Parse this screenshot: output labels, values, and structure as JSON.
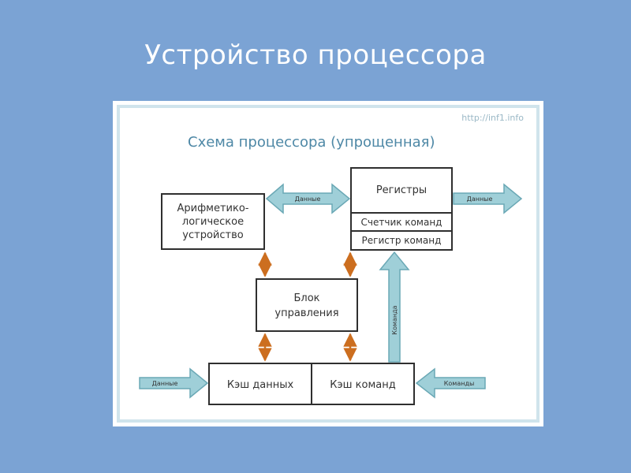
{
  "slide": {
    "title": "Устройство процессора"
  },
  "figure": {
    "url": "http://inf1.info",
    "heading": "Схема процессора (упрощенная)",
    "alu": {
      "line1": "Арифметико-",
      "line2": "логическое",
      "line3": "устройство"
    },
    "registers": {
      "title": "Регистры",
      "counter": "Счетчик команд",
      "command_register": "Регистр команд"
    },
    "control": {
      "line1": "Блок",
      "line2": "управления"
    },
    "cache": {
      "data": "Кэш данных",
      "commands": "Кэш команд"
    },
    "arrows": {
      "alu_registers": "Данные",
      "registers_out": "Данные",
      "data_in": "Данные",
      "commands_in": "Команды",
      "command_up": "Команда"
    },
    "colors": {
      "border": "#d0e4ec",
      "heading": "#4e88a6",
      "box_border": "#2f2f2f",
      "arrow_fill": "#9fcfd8",
      "arrow_stroke": "#6aa8b5",
      "link_arrow": "#cc6e1f"
    }
  }
}
